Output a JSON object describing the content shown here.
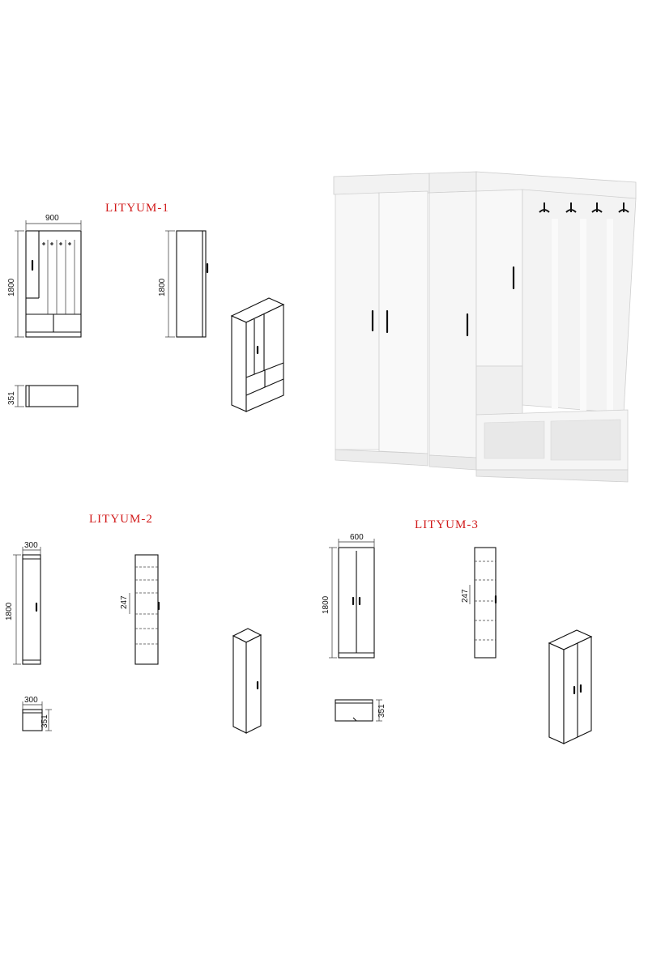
{
  "products": [
    {
      "title": "LITYUM-1",
      "dimensions": {
        "width": "900",
        "height": "1800",
        "depth": "351"
      }
    },
    {
      "title": "LITYUM-2",
      "dimensions": {
        "width": "300",
        "height": "1800",
        "shelf_spacing": "247",
        "depth_width": "300",
        "depth": "351"
      }
    },
    {
      "title": "LITYUM-3",
      "dimensions": {
        "width": "600",
        "height": "1800",
        "shelf_spacing": "247",
        "depth": "351"
      }
    }
  ]
}
